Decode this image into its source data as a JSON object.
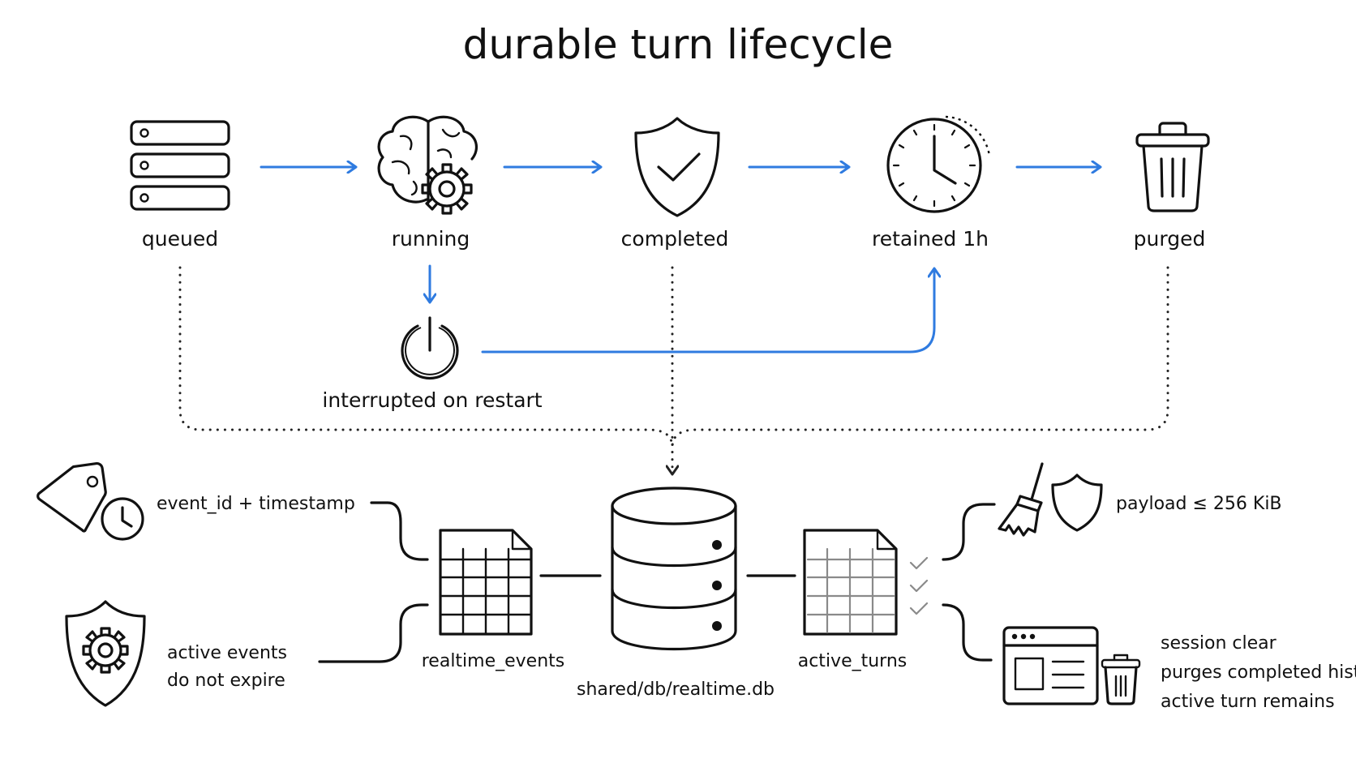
{
  "title": "durable turn lifecycle",
  "states": {
    "queued": "queued",
    "running": "running",
    "completed": "completed",
    "retained": "retained 1h",
    "purged": "purged",
    "interrupted": "interrupted on restart"
  },
  "storage": {
    "db_path": "shared/db/realtime.db",
    "events_table": "realtime_events",
    "turns_table": "active_turns"
  },
  "notes": {
    "event_key": "event_id + timestamp",
    "events_line1": "active events",
    "events_line2": "do not expire",
    "payload_limit": "payload ≤ 256 KiB",
    "session_line1": "session clear",
    "session_line2": "purges completed history",
    "session_line3": "active turn remains"
  },
  "colors": {
    "arrow": "#2f7be0",
    "ink": "#111111",
    "muted": "#8a8a8a"
  }
}
